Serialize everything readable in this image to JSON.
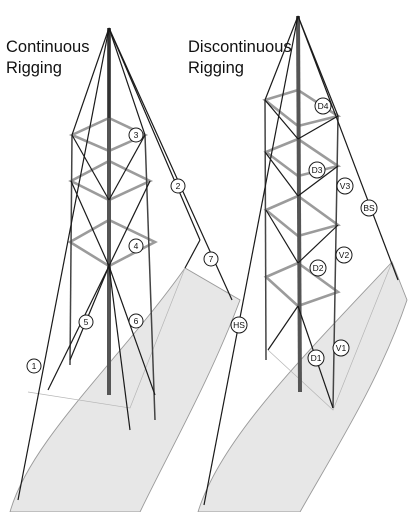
{
  "titles": {
    "left": "Continuous\nRigging",
    "right": "Discontinuous\nRigging"
  },
  "colors": {
    "hull_fill": "#e7e7e7",
    "hull_stroke": "#9a9a9a",
    "rigging": "#1a1a1a",
    "spreader": "#9b9b9b",
    "mast": "#555555"
  },
  "labels": {
    "continuous": [
      "1",
      "2",
      "3",
      "4",
      "5",
      "6",
      "7"
    ],
    "discontinuous": [
      "D4",
      "D3",
      "V3",
      "BS",
      "V2",
      "D2",
      "HS",
      "V1",
      "D1"
    ]
  }
}
